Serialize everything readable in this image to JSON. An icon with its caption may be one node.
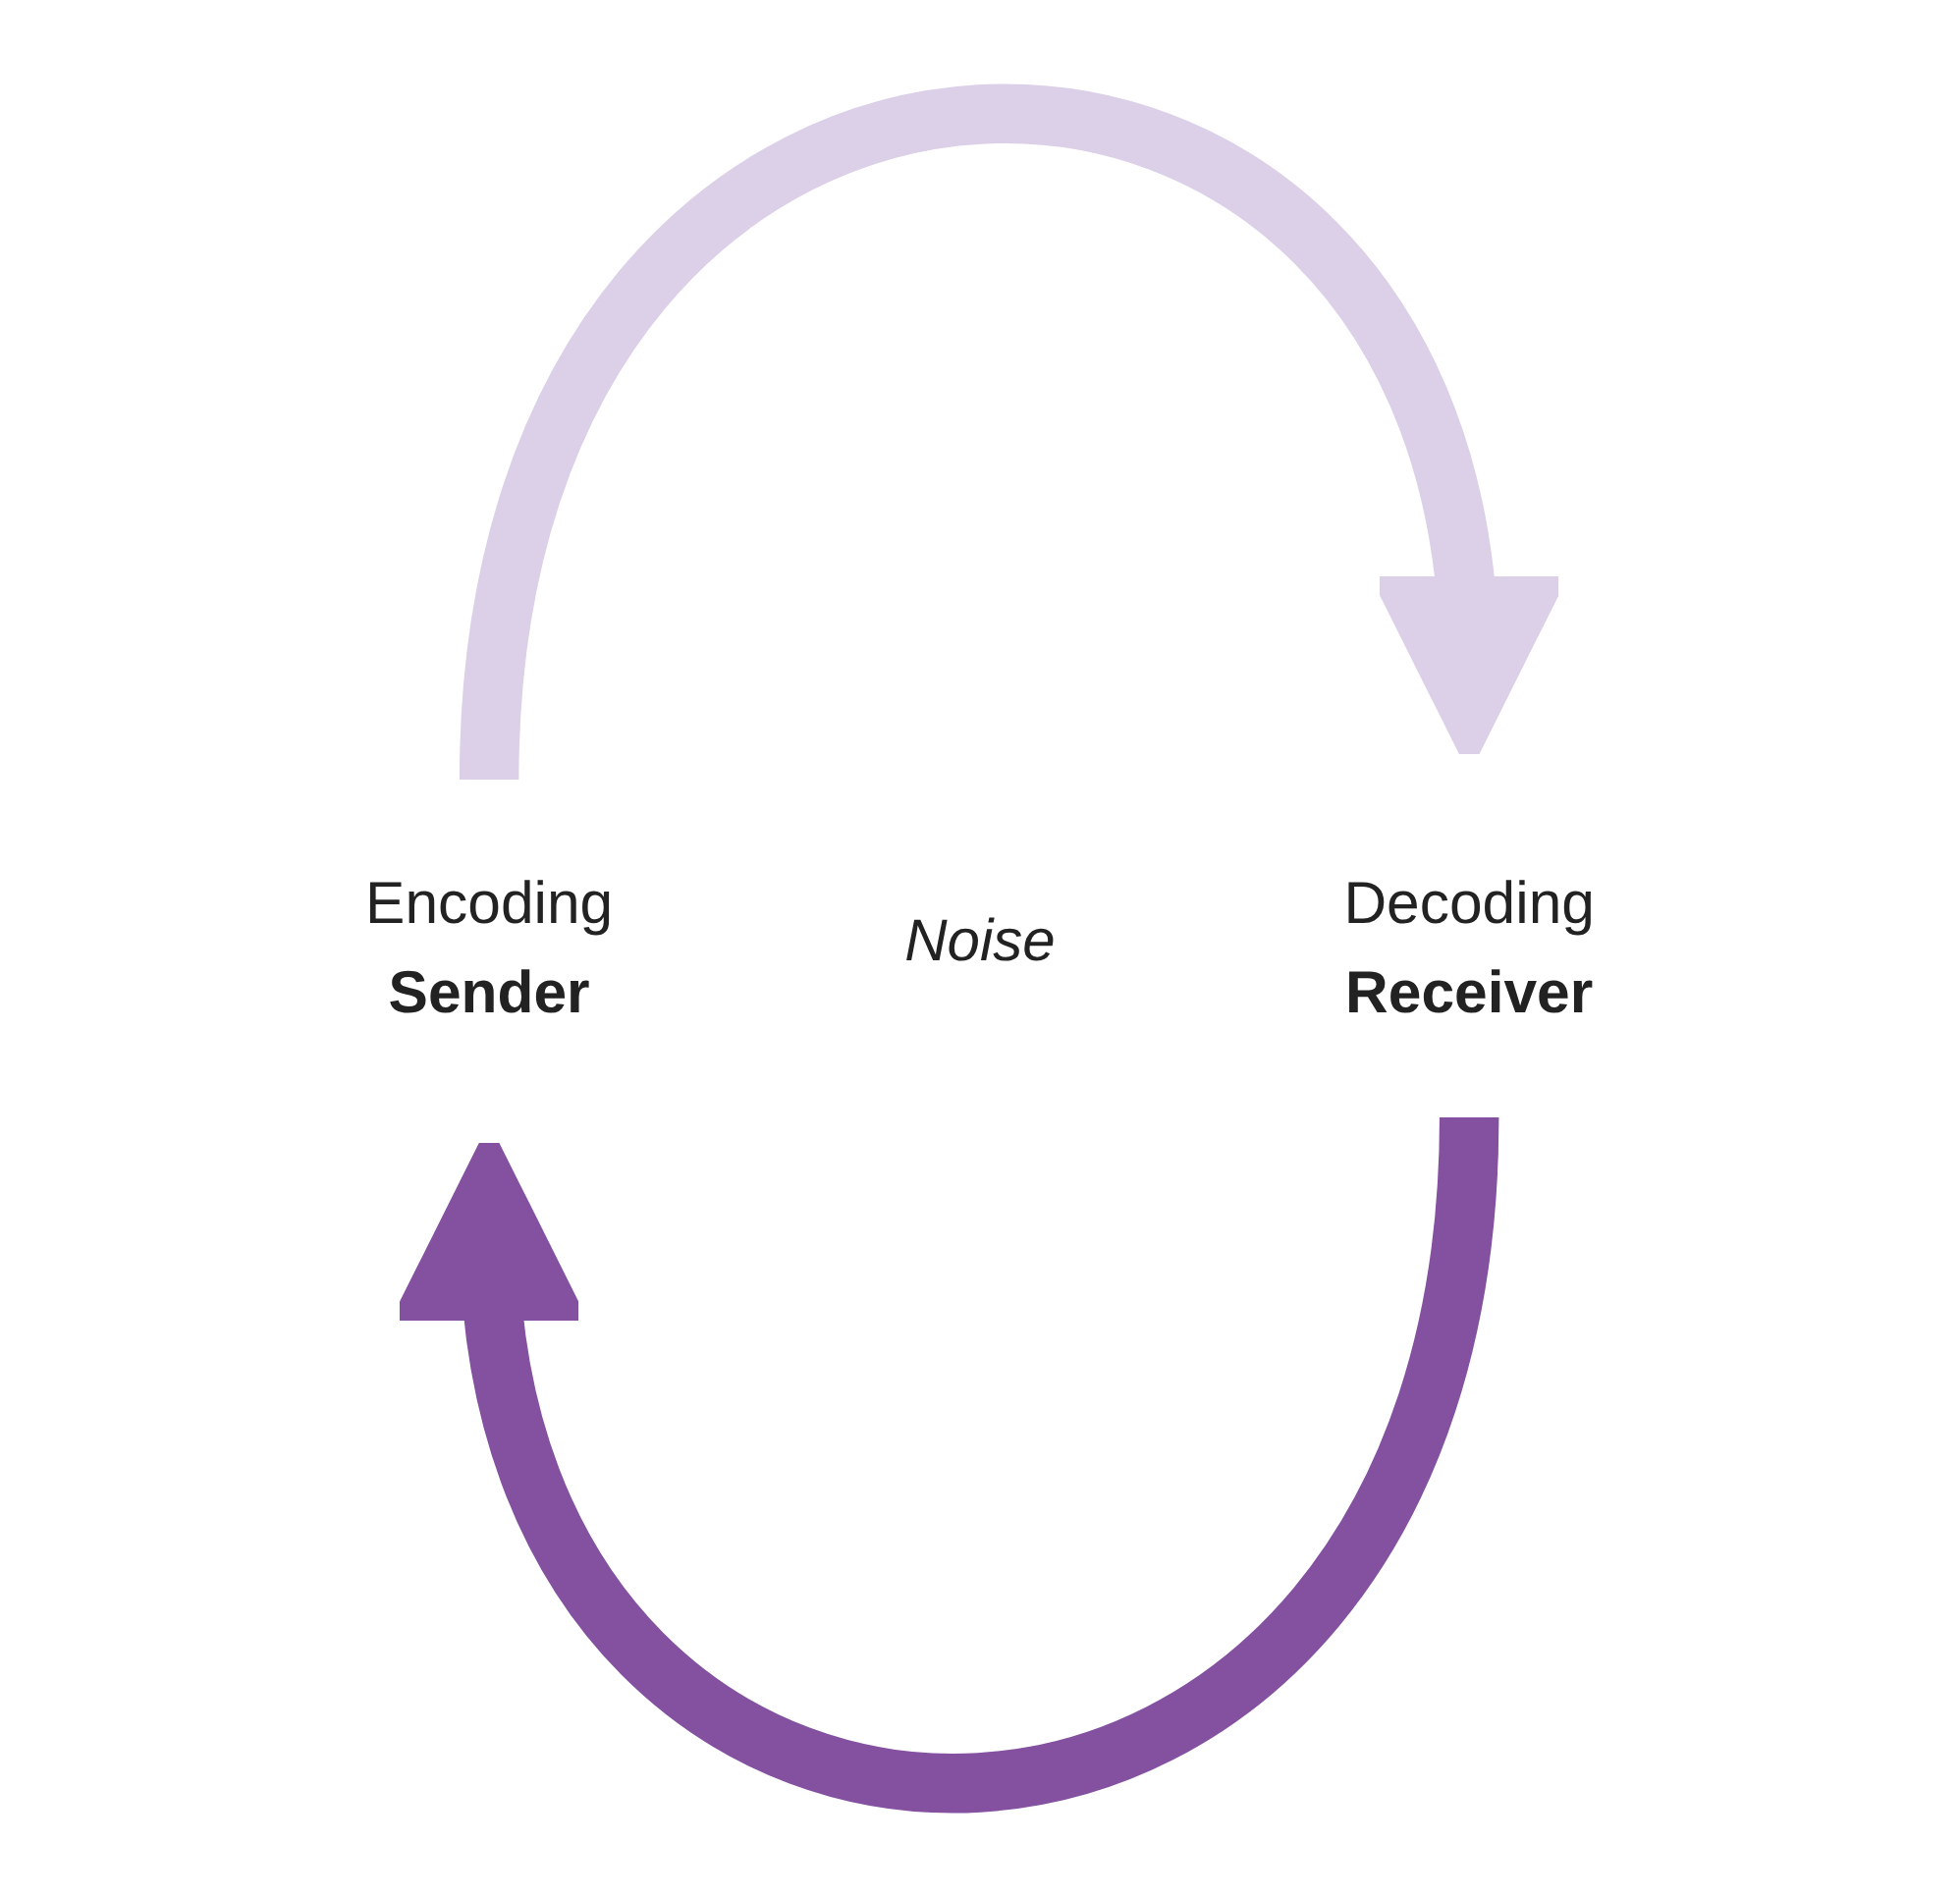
{
  "diagram": {
    "nodes": [
      {
        "text": [
          "Encoding",
          "Sender"
        ]
      },
      {
        "text": [
          "Decoding",
          "Receiver"
        ]
      }
    ],
    "edges": [
      {
        "from": 0,
        "to": 1,
        "arrow": "to",
        "color": "#dcd0e8"
      },
      {
        "from": 1,
        "to": 0,
        "arrow": "to",
        "color": "#8450a0"
      }
    ],
    "labels": [
      "Noise"
    ]
  }
}
